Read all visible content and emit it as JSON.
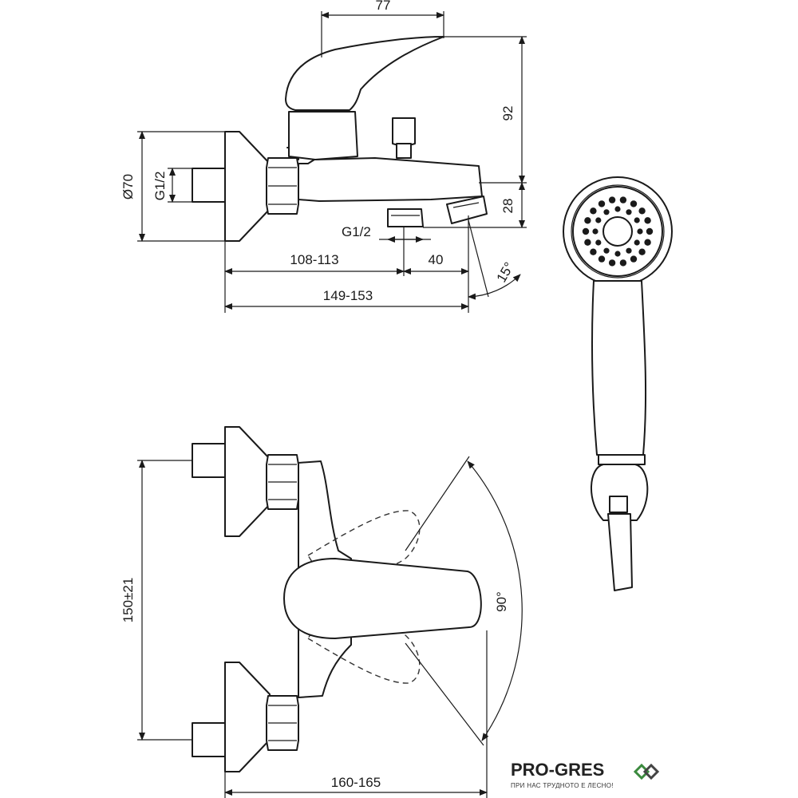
{
  "drawing": {
    "dimensions": {
      "lever_width": "77",
      "height_92": "92",
      "height_28": "28",
      "diameter": "Ø70",
      "thread_inlet": "G1/2",
      "thread_outlet": "G1/2",
      "depth_108_113": "108-113",
      "spout_40": "40",
      "depth_149_153": "149-153",
      "angle_15": "15°",
      "centers_150": "150±21",
      "angle_90": "90°",
      "width_160_165": "160-165"
    }
  },
  "logo": {
    "brand": "PRO-GRES",
    "tagline": "ПРИ НАС ТРУДНОТО Е ЛЕСНО!",
    "accent_color": "#3b8a3e",
    "icon": "double-diamond-icon"
  }
}
